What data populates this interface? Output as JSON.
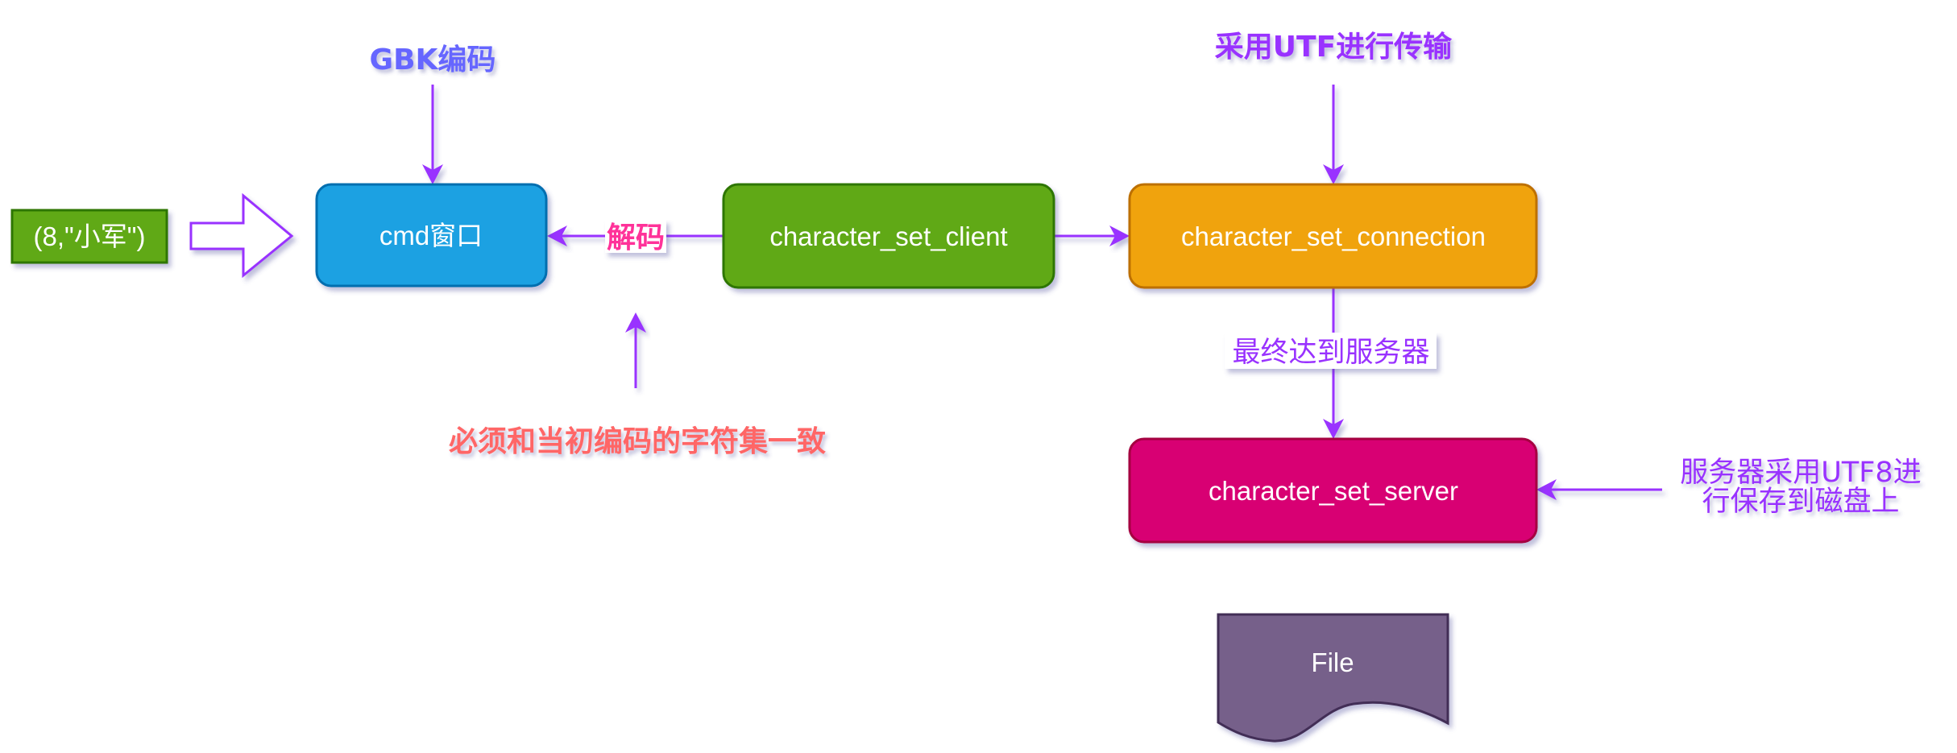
{
  "diagram": {
    "input_value": "(8,\"小军\")",
    "nodes": {
      "cmd": {
        "label": "cmd窗口",
        "fill": "#1BA1E2",
        "stroke": "#006EAF"
      },
      "client": {
        "label": "character_set_client",
        "fill": "#60A917",
        "stroke": "#2D7600"
      },
      "connection": {
        "label": "character_set_connection",
        "fill": "#F0A30A",
        "stroke": "#BD7000"
      },
      "server": {
        "label": "character_set_server",
        "fill": "#D80073",
        "stroke": "#A50040"
      },
      "file": {
        "label": "File",
        "fill": "#76608A",
        "stroke": "#432D57"
      },
      "input": {
        "fill": "#60A917",
        "stroke": "#2D7600"
      }
    },
    "annotations": {
      "gbk_encoding": "GBK编码",
      "utf_transfer": "采用UTF进行传输",
      "decode": "解码",
      "must_match": "必须和当初编码的字符集一致",
      "reach_server": "最终达到服务器",
      "server_save_line1": "服务器采用UTF8进",
      "server_save_line2": "行保存到磁盘上"
    },
    "colors": {
      "edge": "#9933FF",
      "gbk_label": "#6666FF",
      "utf_label": "#9933FF",
      "decode_label": "#FF3399",
      "must_match_label": "#FF6666",
      "reach_label": "#9933FF",
      "server_save_label": "#9933FF"
    }
  }
}
